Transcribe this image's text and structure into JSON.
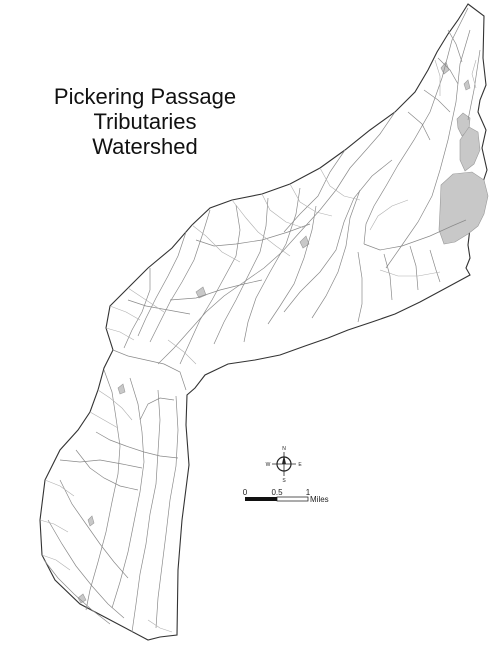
{
  "title": {
    "line1": "Pickering Passage",
    "line2": "Tributaries",
    "line3": "Watershed"
  },
  "compass": {
    "north": "N",
    "south": "S",
    "east": "E",
    "west": "W"
  },
  "scale_bar": {
    "tick_0": "0",
    "tick_half": "0.5",
    "tick_1": "1",
    "unit": "Miles"
  },
  "colors": {
    "outline": "#333333",
    "streams": "#9a9a9a",
    "water": "#c8c8c8",
    "background": "#ffffff"
  }
}
